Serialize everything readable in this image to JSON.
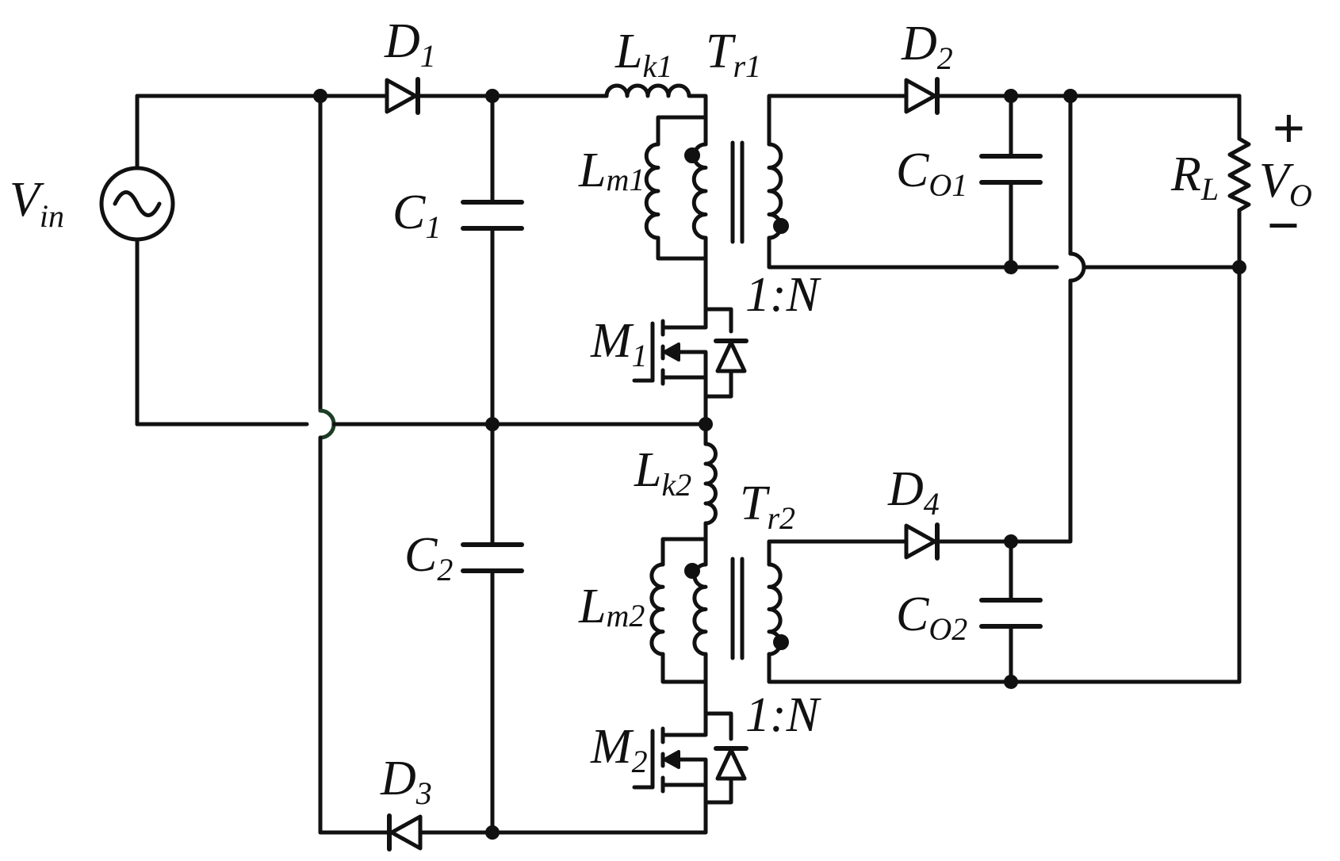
{
  "labels": {
    "vin": {
      "main": "V",
      "sub": "in"
    },
    "d1": {
      "main": "D",
      "sub": "1"
    },
    "d2": {
      "main": "D",
      "sub": "2"
    },
    "d3": {
      "main": "D",
      "sub": "3"
    },
    "d4": {
      "main": "D",
      "sub": "4"
    },
    "c1": {
      "main": "C",
      "sub": "1"
    },
    "c2": {
      "main": "C",
      "sub": "2"
    },
    "lk1": {
      "main": "L",
      "sub": "k1"
    },
    "lk2": {
      "main": "L",
      "sub": "k2"
    },
    "lm1": {
      "main": "L",
      "sub": "m1"
    },
    "lm2": {
      "main": "L",
      "sub": "m2"
    },
    "tr1": {
      "main": "T",
      "sub": "r1"
    },
    "tr2": {
      "main": "T",
      "sub": "r2"
    },
    "co1": {
      "main": "C",
      "sub": "O1"
    },
    "co2": {
      "main": "C",
      "sub": "O2"
    },
    "m1": {
      "main": "M",
      "sub": "1"
    },
    "m2": {
      "main": "M",
      "sub": "2"
    },
    "rl": {
      "main": "R",
      "sub": "L"
    },
    "vo": {
      "main": "V",
      "sub": "O"
    },
    "ratio1": "1:N",
    "ratio2": "1:N",
    "plus": "+",
    "minus": "−"
  }
}
